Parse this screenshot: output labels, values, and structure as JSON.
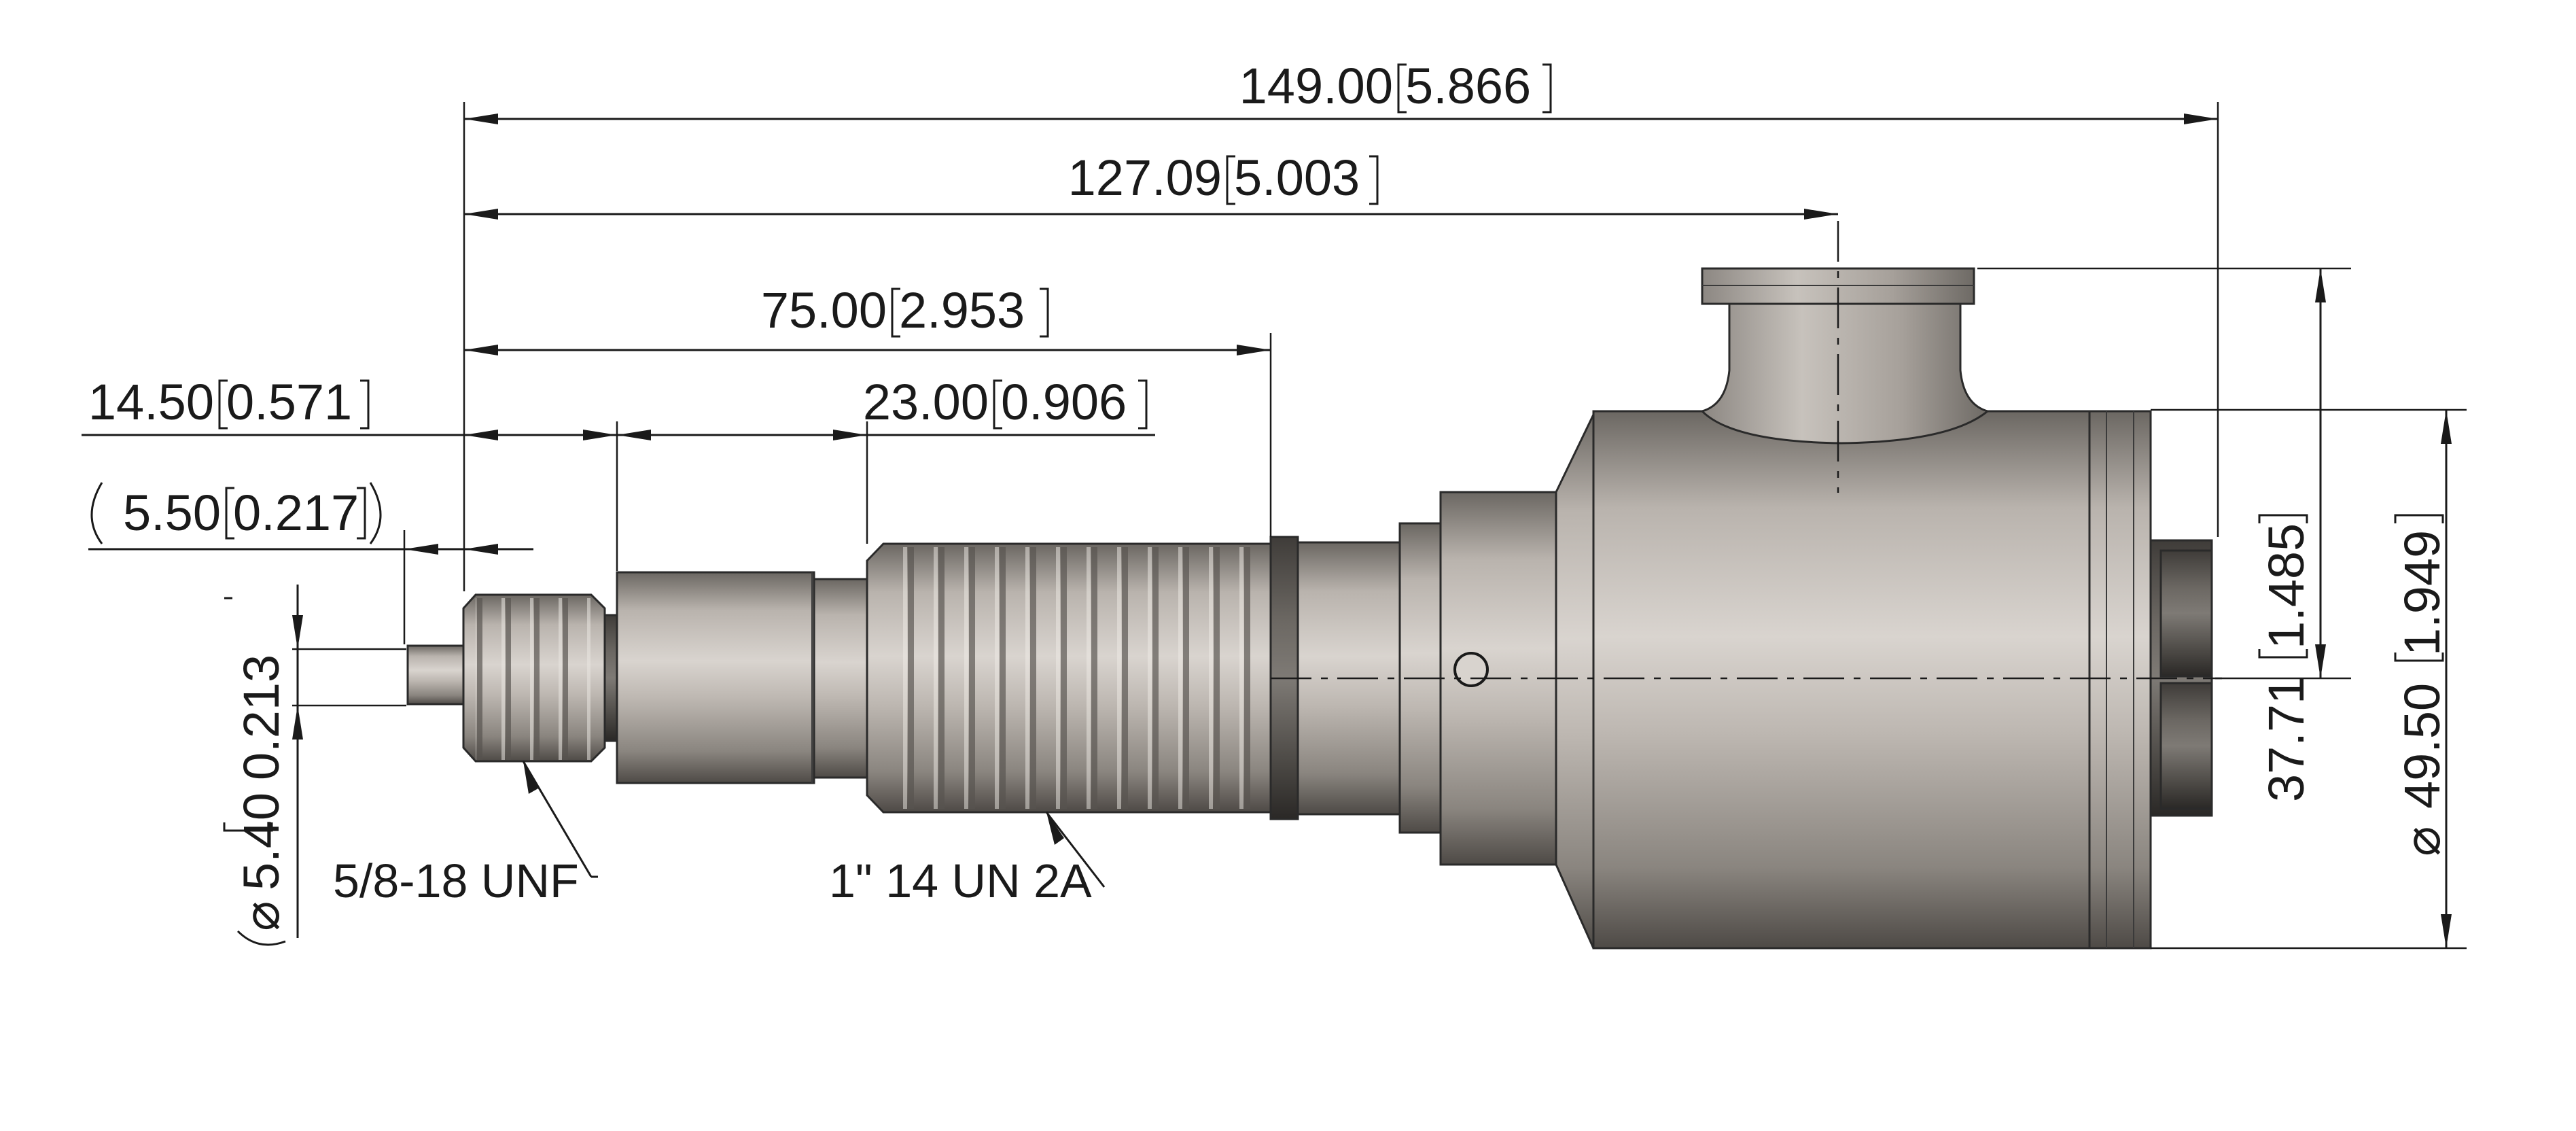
{
  "dimensions": {
    "overall_length": {
      "metric": "149.00",
      "imperial": "5.866"
    },
    "to_port_axis": {
      "metric": "127.09",
      "imperial": "5.003"
    },
    "thread_end": {
      "metric": "75.00",
      "imperial": "2.953"
    },
    "first_thread_length": {
      "metric": "14.50",
      "imperial": "0.571"
    },
    "second_section_length": {
      "metric": "23.00",
      "imperial": "0.906"
    },
    "tip_length": {
      "metric": "5.50",
      "imperial": "0.217"
    },
    "tip_diameter": {
      "symbol": "⌀",
      "metric": "5.40",
      "imperial": "0.213"
    },
    "port_height": {
      "metric": "37.71",
      "imperial": "1.485"
    },
    "body_diameter": {
      "symbol": "⌀",
      "metric": "49.50",
      "imperial": "1.949"
    }
  },
  "callouts": {
    "small_thread": "5/8-18 UNF",
    "large_thread": "1\" 14 UN 2A"
  },
  "colors": {
    "line": "#1a1a1a",
    "metal_light": "#d9d4cf",
    "metal_mid": "#a9a39d",
    "metal_dark": "#5c5853"
  }
}
